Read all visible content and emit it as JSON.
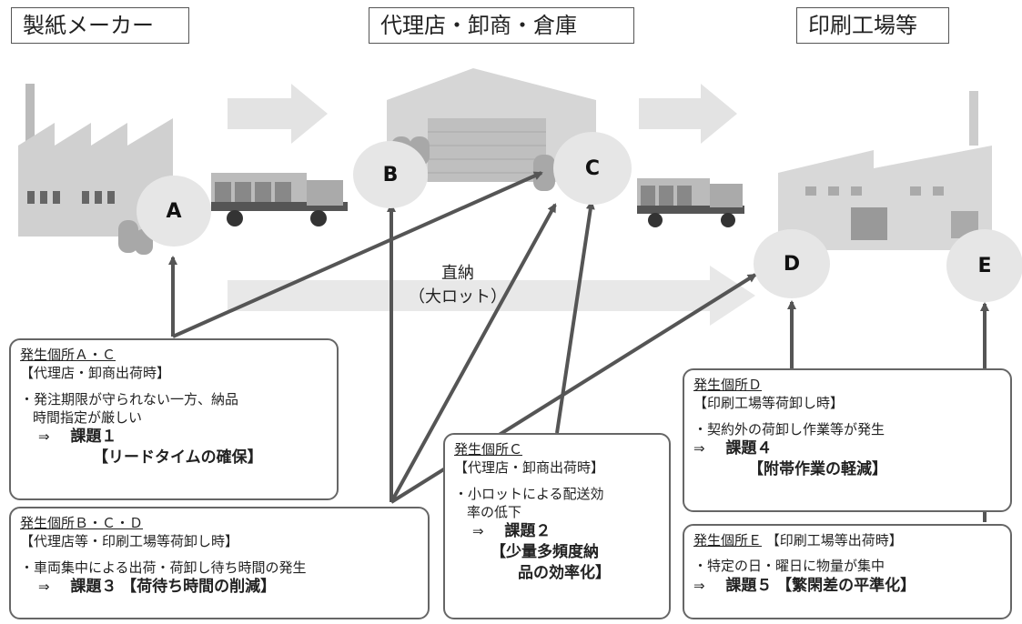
{
  "headers": {
    "manufacturer": "製紙メーカー",
    "agent": "代理店・卸商・倉庫",
    "printer": "印刷工場等"
  },
  "nodes": {
    "a": "A",
    "b": "B",
    "c": "C",
    "d": "D",
    "e": "E"
  },
  "direct_delivery": {
    "line1": "直納",
    "line2": "（大ロット）"
  },
  "box_ac": {
    "location": "発生個所Ａ・Ｃ",
    "timing": "【代理店・卸商出荷時】",
    "bullet_line1": "・発注期限が守られない一方、納品",
    "bullet_line2": "時間指定が厳しい",
    "arrow": "⇒",
    "task": "課題１",
    "task_name": "【リードタイムの確保】"
  },
  "box_bcd": {
    "location": "発生個所Ｂ・Ｃ・Ｄ",
    "timing": "【代理店等・印刷工場等荷卸し時】",
    "bullet_line1": "・車両集中による出荷・荷卸し待ち時間の発生",
    "arrow": "⇒",
    "task": "課題３",
    "task_name": "【荷待ち時間の削減】"
  },
  "box_c": {
    "location": "発生個所Ｃ",
    "timing": "【代理店・卸商出荷時】",
    "bullet_line1": "・小ロットによる配送効",
    "bullet_line2": "率の低下",
    "arrow": "⇒",
    "task": "課題２",
    "task_name_line1": "【少量多頻度納",
    "task_name_line2": "品の効率化】"
  },
  "box_d": {
    "location": "発生個所Ｄ",
    "timing": "【印刷工場等荷卸し時】",
    "bullet_line1": "・契約外の荷卸し作業等が発生",
    "arrow": "⇒",
    "task": "課題４",
    "task_name": "【附帯作業の軽減】"
  },
  "box_e": {
    "location": "発生個所Ｅ",
    "timing": "【印刷工場等出荷時】",
    "bullet_line1": "・特定の日・曜日に物量が集中",
    "arrow": "⇒",
    "task": "課題５",
    "task_name": "【繁閑差の平準化】"
  },
  "colors": {
    "arrow": "#555555",
    "band": "#e3e3e3",
    "node_fill": "#e6e6e6",
    "building": "#d9d9d9"
  }
}
